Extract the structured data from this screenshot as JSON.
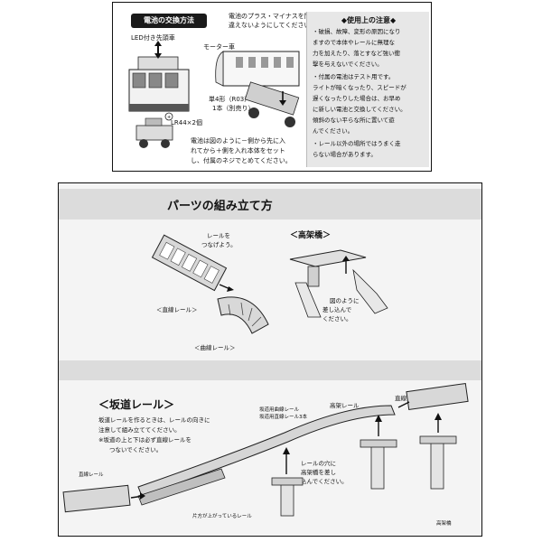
{
  "battery": {
    "title": "電池の交換方法",
    "top_note_1": "電池のプラス・マイナスを間",
    "top_note_2": "違えないようにしてください。",
    "led_car": "LED付き先頭車",
    "motor_car": "モーター車",
    "battery_type_1": "単4形（R03）×",
    "battery_type_2": "1本（別売り）",
    "button_cell": "LR44×2個",
    "instruction_1": "電池は図のように－側から先に入",
    "instruction_2": "れてから＋側を入れ本体をセット",
    "instruction_3": "し、付属のネジでとめてください。",
    "caution_title": "◆使用上の注意◆",
    "caution_lines": [
      "・破損、故障、変形の原因になり",
      "ますので本体やレールに無理な",
      "力を加えたり、落とすなど強い衝",
      "撃を与えないでください。",
      "・付属の電池はテスト用です。",
      "ライトが暗くなったり、スピードが",
      "遅くなったりした場合は、お早め",
      "に新しい電池と交換してください。",
      "傾斜のない平らな所に置いて遊",
      "んでください。",
      "・レール以外の場所ではうまく走",
      "らない場合があります。"
    ]
  },
  "parts": {
    "title": "パーツの組み立て方",
    "connect_rails": "レールを",
    "connect_rails_2": "つなげよう。",
    "straight_rail": "＜直線レール＞",
    "curved_rail": "＜曲線レール＞",
    "bridge_title": "＜高架橋＞",
    "bridge_note_1": "図のように",
    "bridge_note_2": "差し込んで",
    "bridge_note_3": "ください。",
    "slope_title": "＜坂道レール＞",
    "slope_note": [
      "坂道レールを作るときは、レールの向きに",
      "注意して組み立ててください。",
      "※坂道の上と下は必ず直線レールを",
      "つないでください。"
    ],
    "slope_rail_label_1": "坂道用曲線レール",
    "slope_rail_label_2": "坂道用直線レール3本",
    "elevated_rail": "高架レール",
    "straight_rail_top": "直線レール",
    "insert_note_1": "レールの穴に",
    "insert_note_2": "高架橋を差し",
    "insert_note_3": "込んでください。",
    "uphill_label": "片方が上がっているレール",
    "straight_rail_bottom": "直線レール",
    "bridge_bottom": "高架橋"
  }
}
